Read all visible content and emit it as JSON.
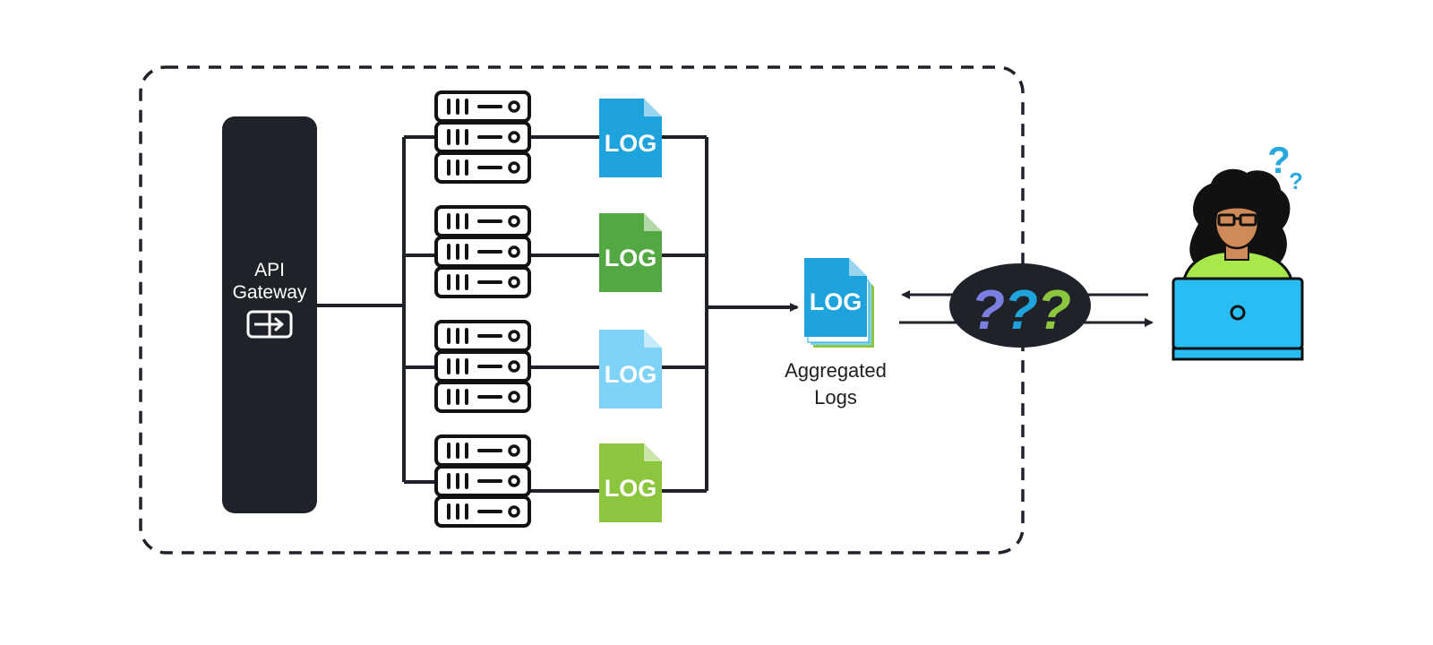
{
  "gateway": {
    "line1": "API",
    "line2": "Gateway",
    "icon": "gateway-icon"
  },
  "servers": [
    {
      "icon": "server-stack-icon",
      "log_label": "LOG",
      "log_color": "#1ea3dc"
    },
    {
      "icon": "server-stack-icon",
      "log_label": "LOG",
      "log_color": "#54a844"
    },
    {
      "icon": "server-stack-icon",
      "log_label": "LOG",
      "log_color": "#7fd3f7"
    },
    {
      "icon": "server-stack-icon",
      "log_label": "LOG",
      "log_color": "#8cc63f"
    }
  ],
  "aggregated": {
    "log_label": "LOG",
    "line1": "Aggregated",
    "line2": "Logs",
    "color": "#1ea3dc"
  },
  "unknown": {
    "marks": [
      "?",
      "?",
      "?"
    ],
    "colors": [
      "#7b7fe0",
      "#1ea3dc",
      "#8cc63f"
    ]
  },
  "user": {
    "icon": "confused-user-laptop-icon",
    "thought_marks": [
      "?",
      "?"
    ],
    "laptop_color": "#29bdf5",
    "shirt_color": "#a8e84a"
  },
  "colors": {
    "line": "#1f2229",
    "gateway_bg": "#1f2229"
  }
}
